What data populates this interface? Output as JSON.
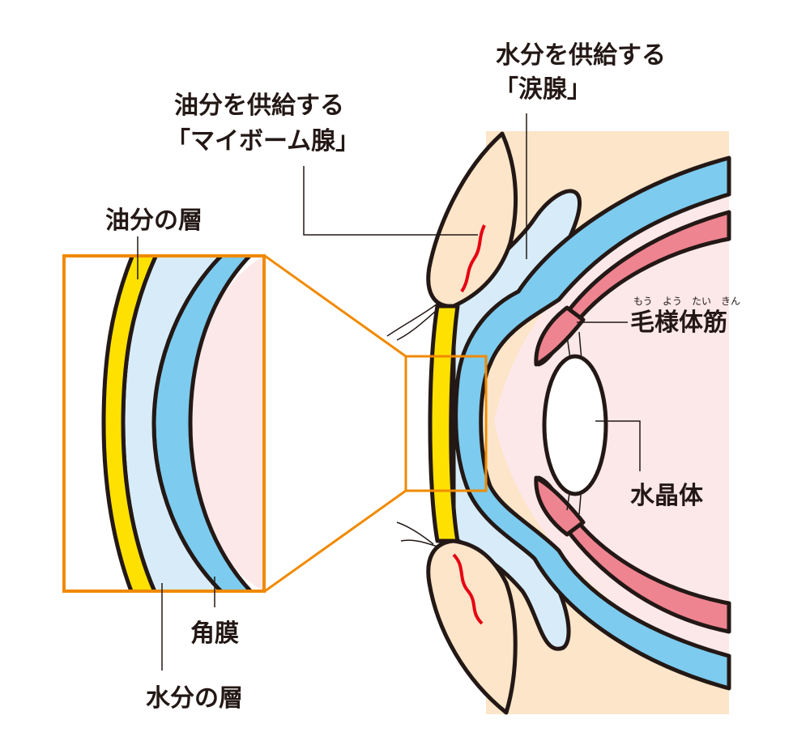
{
  "labels": {
    "lacrimal_line1": "水分を供給する",
    "lacrimal_line2": "「涙腺」",
    "meibomian_line1": "油分を供給する",
    "meibomian_line2": "「マイボーム腺」",
    "oil_layer": "油分の層",
    "ciliary_muscle": "毛様体筋",
    "ciliary_muscle_ruby": [
      "もう",
      "よう",
      "たい",
      "きん"
    ],
    "lens": "水晶体",
    "cornea": "角膜",
    "water_layer": "水分の層"
  },
  "colors": {
    "skin": "#fce5c8",
    "tear": "#d7ecf8",
    "sclera": "#7dcbee",
    "choroid": "#ee8490",
    "interior": "#fce8e9",
    "oil": "#ffe100",
    "highlight": "#f08a00",
    "gland": "#e60012"
  }
}
